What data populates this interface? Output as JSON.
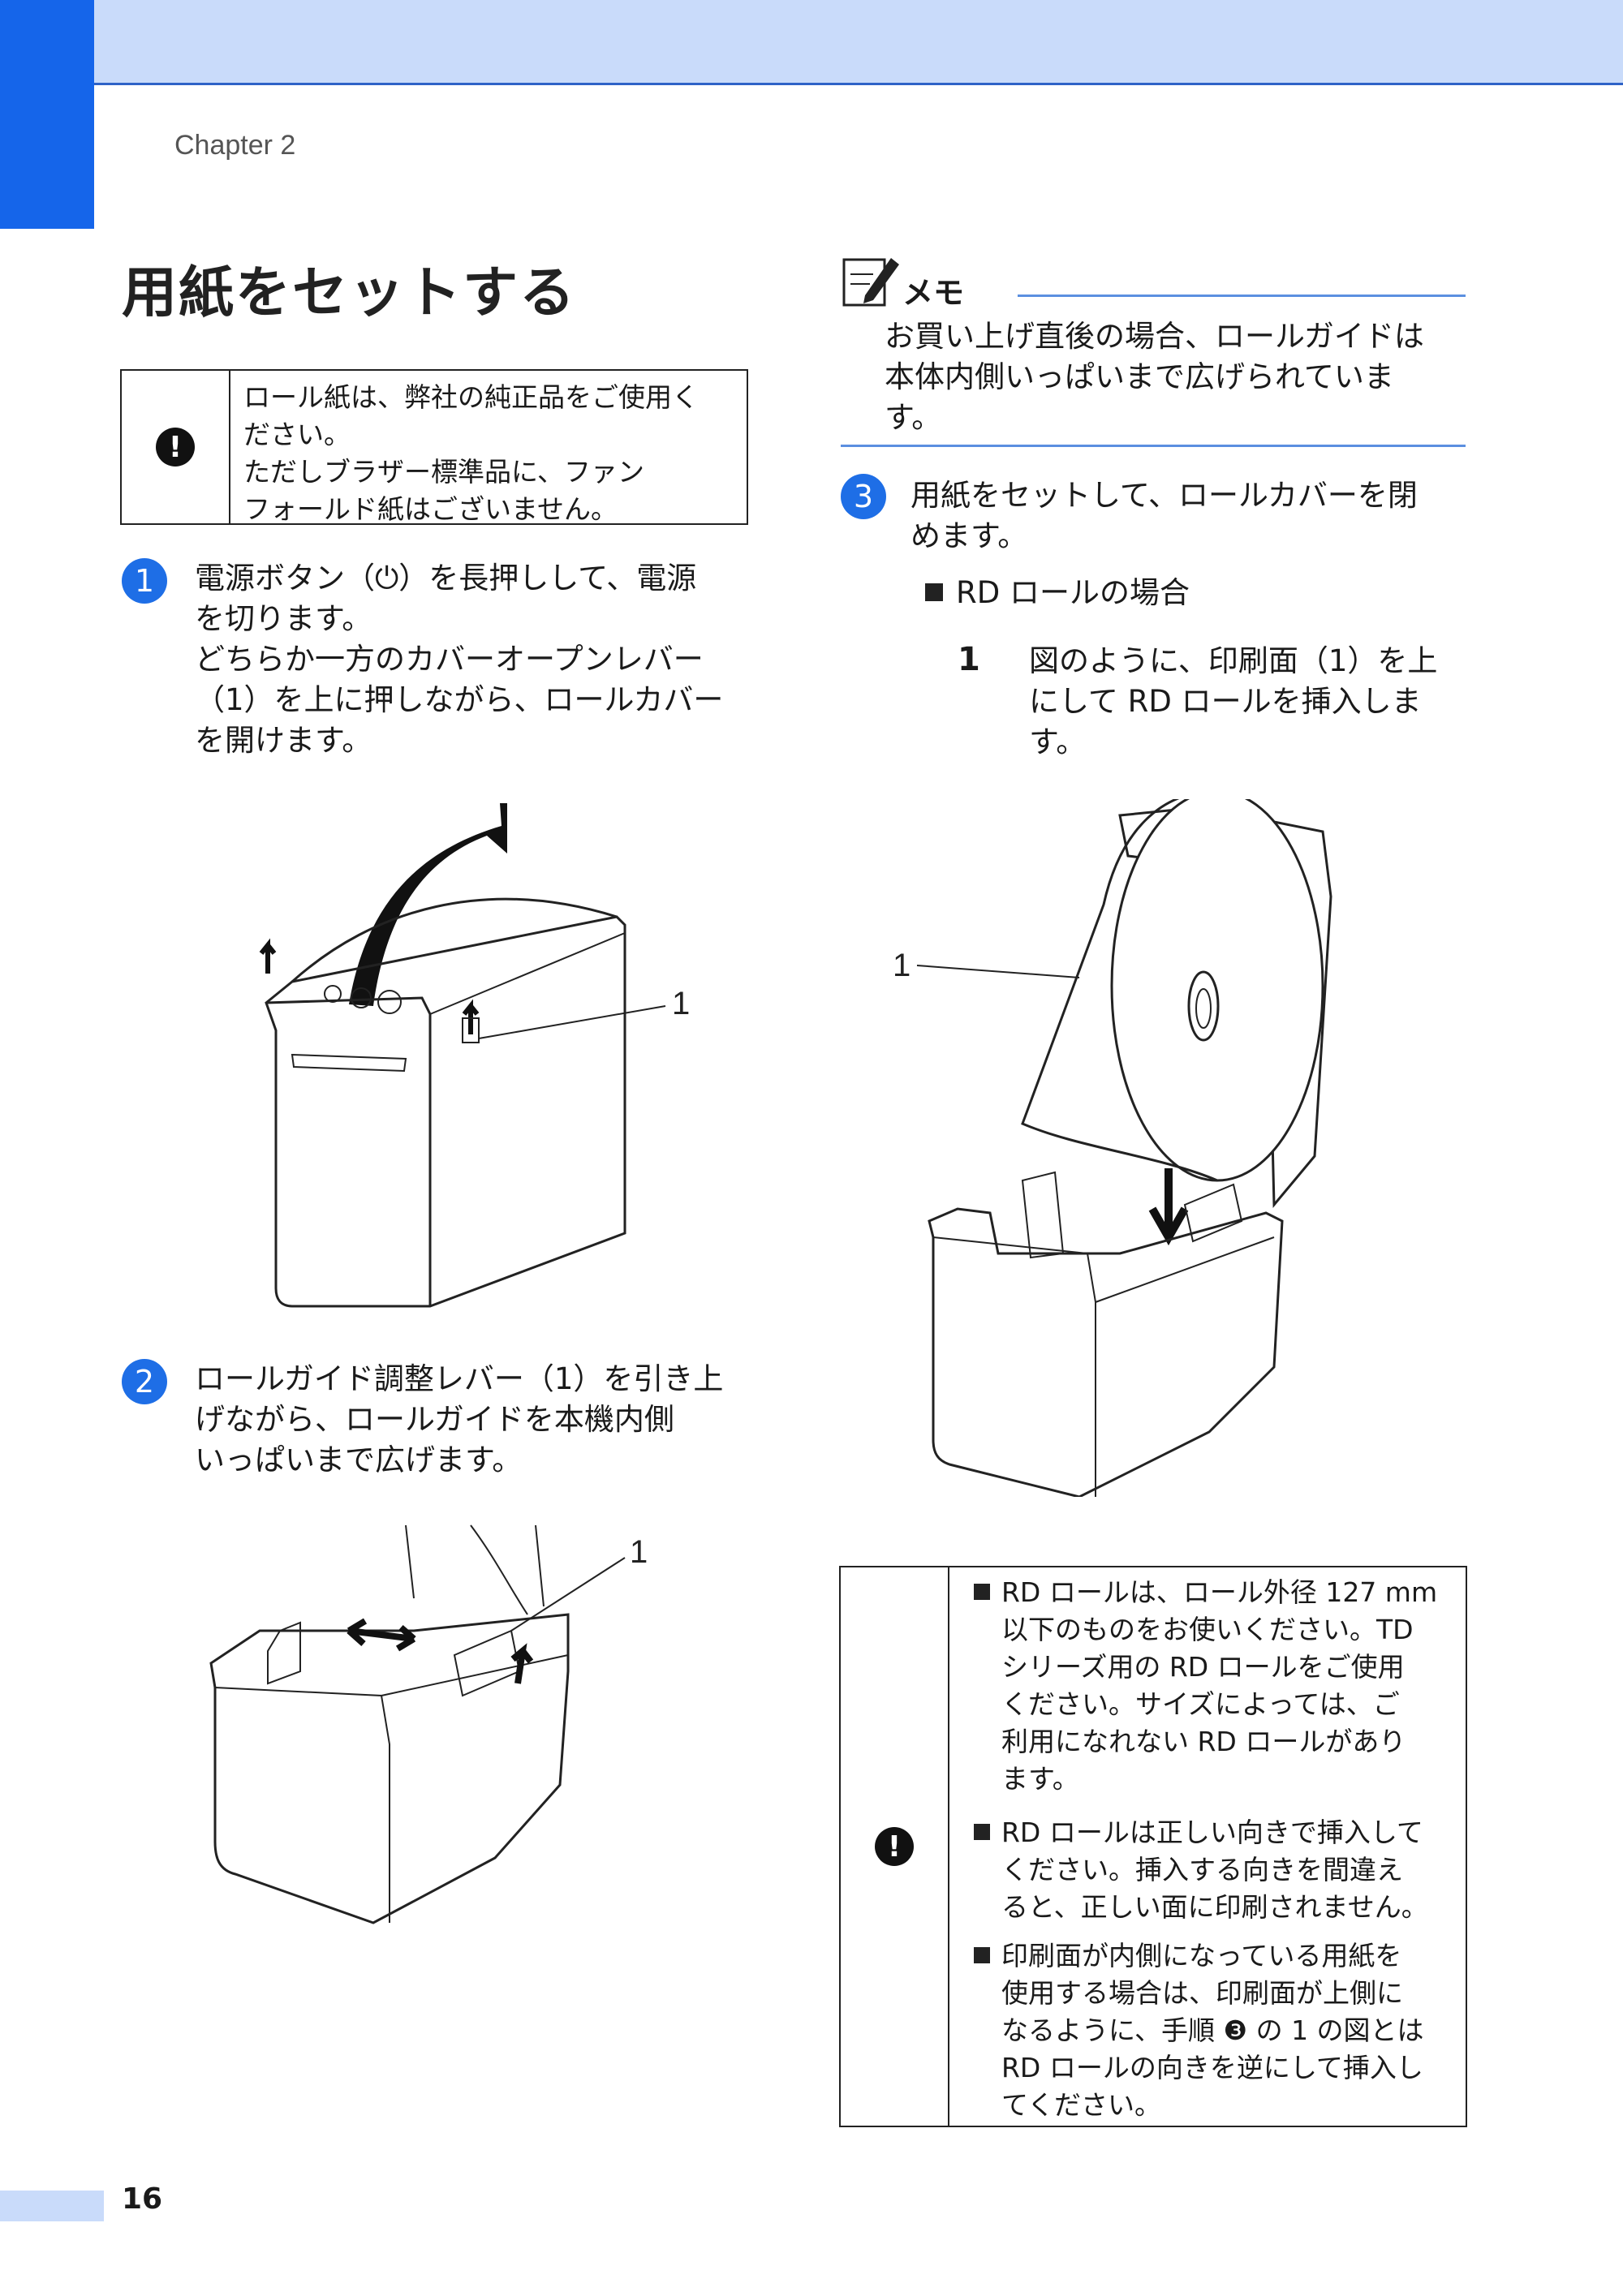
{
  "header": {
    "chapter": "Chapter 2"
  },
  "title": "用紙をセットする",
  "notice1": {
    "lines": [
      "ロール紙は、弊社の純正品をご使用く",
      "ださい。",
      "ただしブラザー標準品に、ファン",
      "フォールド紙はございません。"
    ]
  },
  "step1": {
    "num": "1",
    "lines": [
      "電源ボタン（⏻）を長押しして、電源",
      "を切ります。",
      "どちらか一方のカバーオープンレバー",
      "（1）を上に押しながら、ロールカバー",
      "を開けます。"
    ]
  },
  "figure1": {
    "callout": "1"
  },
  "step2": {
    "num": "2",
    "lines": [
      "ロールガイド調整レバー（1）を引き上",
      "げながら、ロールガイドを本機内側",
      "いっぱいまで広げます。"
    ]
  },
  "figure2": {
    "callout": "1"
  },
  "memo": {
    "label": "メモ",
    "lines": [
      "お買い上げ直後の場合、ロールガイドは",
      "本体内側いっぱいまで広げられていま",
      "す。"
    ]
  },
  "step3": {
    "num": "3",
    "lines": [
      "用紙をセットして、ロールカバーを閉",
      "めます。"
    ],
    "case": "RD ロールの場合",
    "substep_num": "1",
    "substep_lines": [
      "図のように、印刷面（1）を上",
      "にして RD ロールを挿入しま",
      "す。"
    ]
  },
  "figure3": {
    "callout": "1"
  },
  "notice2": {
    "bullets": [
      [
        "RD ロールは、ロール外径 127 mm",
        "以下のものをお使いください。TD",
        "シリーズ用の RD ロールをご使用",
        "ください。サイズによっては、ご",
        "利用になれない RD ロールがあり",
        "ます。"
      ],
      [
        "RD ロールは正しい向きで挿入して",
        "ください。挿入する向きを間違え",
        "ると、正しい面に印刷されません。"
      ],
      [
        "印刷面が内側になっている用紙を",
        "使用する場合は、印刷面が上側に",
        "なるように、手順 ❸ の 1 の図とは",
        "RD ロールの向きを逆にして挿入し",
        "てください。"
      ]
    ]
  },
  "footer": {
    "page": "16"
  }
}
